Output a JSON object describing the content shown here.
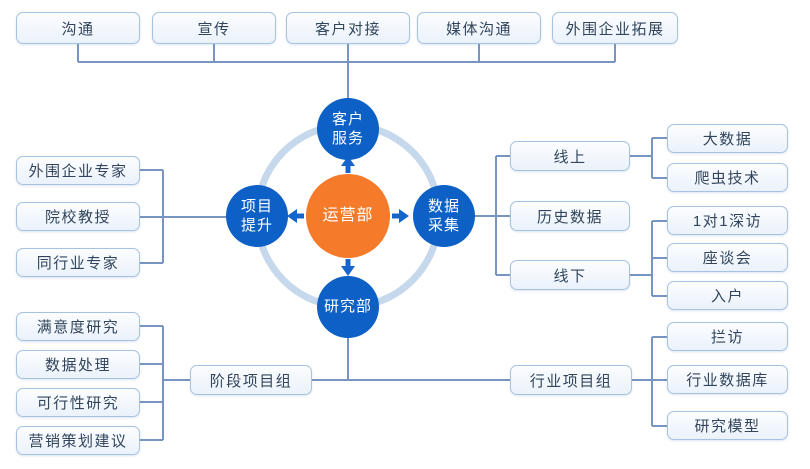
{
  "colors": {
    "node_blue": "#0d60c5",
    "hub_orange": "#f57b2a",
    "ring_blue": "#c6d8ec",
    "wire_blue": "#7795c0",
    "arrow_blue": "#1565cd",
    "box_border": "#a6c2e1",
    "box_text": "#32455c"
  },
  "top_row": {
    "items": [
      "沟通",
      "宣传",
      "客户对接",
      "媒体沟通",
      "外围企业拓展"
    ]
  },
  "hub": {
    "label": "运营部"
  },
  "ring_nodes": {
    "top": "客户\n服务",
    "right": "数据\n采集",
    "bottom": "研究部",
    "left": "项目\n提升"
  },
  "left_expert_items": [
    "外围企业专家",
    "院校教授",
    "同行业专家"
  ],
  "online_branch": {
    "parent": "线上",
    "children": [
      "大数据",
      "爬虫技术"
    ]
  },
  "history_label": "历史数据",
  "offline_branch": {
    "parent": "线下",
    "children": [
      "1对1深访",
      "座谈会",
      "入户"
    ]
  },
  "stage_group": {
    "label": "阶段项目组",
    "children": [
      "满意度研究",
      "数据处理",
      "可行性研究",
      "营销策划建议"
    ]
  },
  "industry_group": {
    "label": "行业项目组",
    "children": [
      "拦访",
      "行业数据库",
      "研究模型"
    ]
  }
}
